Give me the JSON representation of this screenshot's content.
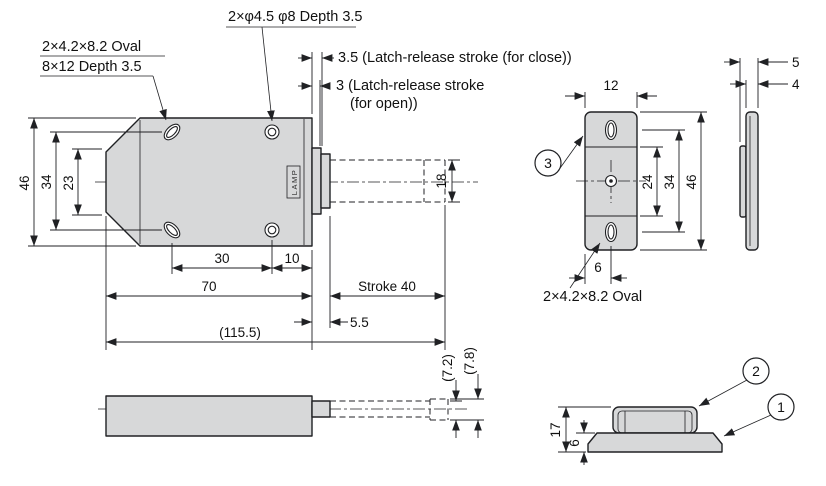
{
  "colors": {
    "line": "#202124",
    "part_fill": "#d7d8d9",
    "background": "#ffffff"
  },
  "drawing": {
    "brand": "LAMP",
    "balloons": {
      "one": "1",
      "two": "2",
      "three": "3"
    },
    "callouts": {
      "oval_mount_line1": "2×4.2×8.2 Oval",
      "oval_mount_line2": "8×12 Depth 3.5",
      "round_holes": "2×φ4.5 φ8 Depth 3.5",
      "strike_oval": "2×4.2×8.2 Oval"
    },
    "notes": {
      "release_close": "3.5 (Latch-release stroke (for close))",
      "release_open_line1": "3 (Latch-release stroke",
      "release_open_line2": "(for open))"
    },
    "plan_view": {
      "overall_height": "46",
      "hole_pitch_vertical": "34",
      "center_height": "23",
      "latch_head_height": "18",
      "hole_pitch_horizontal": "30",
      "hole_edge_distance": "10",
      "body_length": "70",
      "head_protrusion": "5.5",
      "stroke_label": "Stroke 40",
      "overall_length": "(115.5)"
    },
    "strike_front": {
      "width": "12",
      "mid_section": "24",
      "hole_pitch": "34",
      "height": "46",
      "hole_offset": "6"
    },
    "strike_side": {
      "total_thickness": "5",
      "plate_thickness": "4"
    },
    "side_view": {
      "rod_height": "(7.2)",
      "head_height": "(7.8)"
    },
    "catch_side": {
      "overall_height": "17",
      "base_height": "6"
    }
  }
}
